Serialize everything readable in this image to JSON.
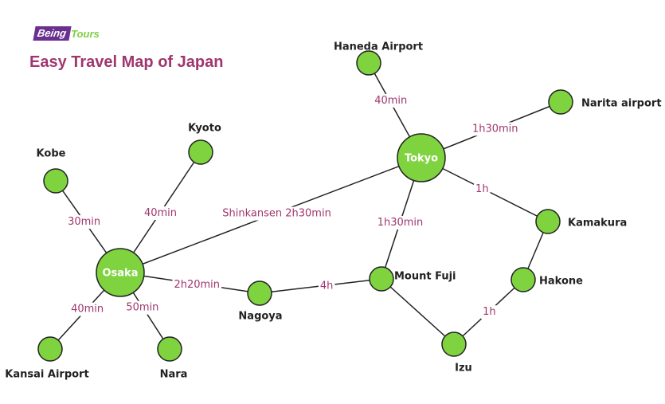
{
  "brand": {
    "being": "Being",
    "tours": "Tours"
  },
  "title": "Easy Travel Map of Japan",
  "colors": {
    "node_fill": "#7ed33f",
    "edge": "#222222",
    "label": "#a0366e",
    "title": "#a0366e",
    "brand_purple": "#6b2f8f",
    "brand_green": "#7fcf3f"
  },
  "nodes": [
    {
      "id": "tokyo",
      "label": "Tokyo",
      "hub": true
    },
    {
      "id": "osaka",
      "label": "Osaka",
      "hub": true
    },
    {
      "id": "haneda",
      "label": "Haneda Airport"
    },
    {
      "id": "narita",
      "label": "Narita airport"
    },
    {
      "id": "kamakura",
      "label": "Kamakura"
    },
    {
      "id": "hakone",
      "label": "Hakone"
    },
    {
      "id": "izu",
      "label": "Izu"
    },
    {
      "id": "fuji",
      "label": "Mount Fuji"
    },
    {
      "id": "nagoya",
      "label": "Nagoya"
    },
    {
      "id": "kyoto",
      "label": "Kyoto"
    },
    {
      "id": "kobe",
      "label": "Kobe"
    },
    {
      "id": "kansai",
      "label": "Kansai Airport"
    },
    {
      "id": "nara",
      "label": "Nara"
    }
  ],
  "edges": [
    {
      "from": "haneda",
      "to": "tokyo",
      "label": "40min"
    },
    {
      "from": "tokyo",
      "to": "narita",
      "label": "1h30min"
    },
    {
      "from": "tokyo",
      "to": "kamakura",
      "label": "1h"
    },
    {
      "from": "kamakura",
      "to": "hakone",
      "label": ""
    },
    {
      "from": "hakone",
      "to": "izu",
      "label": "1h"
    },
    {
      "from": "fuji",
      "to": "izu",
      "label": ""
    },
    {
      "from": "tokyo",
      "to": "fuji",
      "label": "1h30min"
    },
    {
      "from": "osaka",
      "to": "tokyo",
      "label": "Shinkansen 2h30min"
    },
    {
      "from": "osaka",
      "to": "nagoya",
      "label": "2h20min"
    },
    {
      "from": "nagoya",
      "to": "fuji",
      "label": "4h"
    },
    {
      "from": "osaka",
      "to": "kyoto",
      "label": "40min"
    },
    {
      "from": "kobe",
      "to": "osaka",
      "label": "30min"
    },
    {
      "from": "osaka",
      "to": "kansai",
      "label": "40min"
    },
    {
      "from": "osaka",
      "to": "nara",
      "label": "50min"
    }
  ]
}
